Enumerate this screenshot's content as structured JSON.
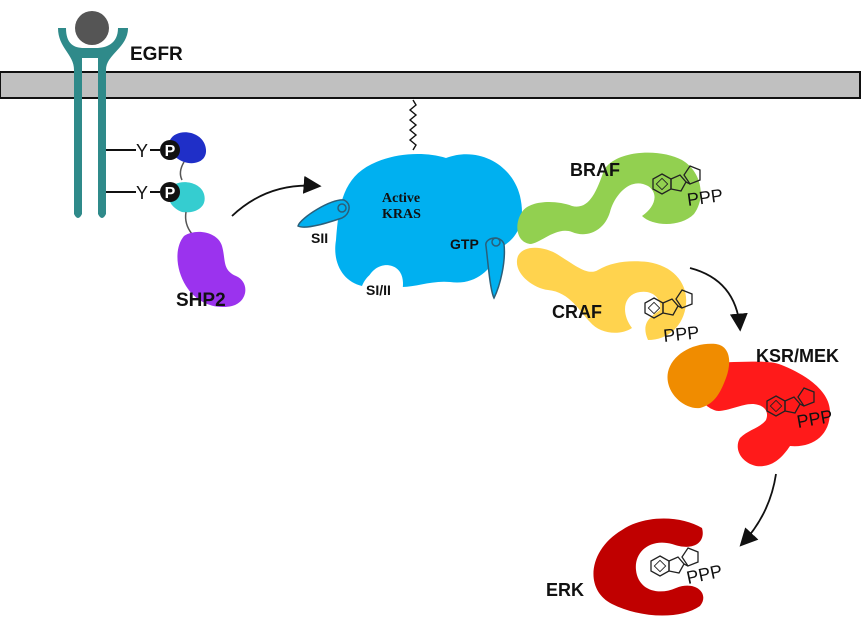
{
  "labels": {
    "egfr": "EGFR",
    "y1": "Y",
    "y2": "Y",
    "p1": "P",
    "p2": "P",
    "shp2": "SHP2",
    "active_line1": "Active",
    "active_line2": "KRAS",
    "sii": "SII",
    "si_ii": "SI/II",
    "gtp": "GTP",
    "braf": "BRAF",
    "craf": "CRAF",
    "ksr_mek": "KSR/MEK",
    "erk": "ERK",
    "ppp_braf": "PPP",
    "ppp_craf": "PPP",
    "ppp_mek": "PPP",
    "ppp_erk": "PPP"
  },
  "colors": {
    "membrane": "#c0c0c0",
    "egfr": "#2f8a8a",
    "ligand": "#555555",
    "p_blue": "#1f2fc8",
    "p_cyan": "#35cdd0",
    "shp2": "#9b33ee",
    "kras": "#00b0f0",
    "braf": "#92d050",
    "craf": "#ffd34e",
    "mek_orange": "#f08c00",
    "mek_red": "#ff1a1a",
    "erk": "#c00000"
  }
}
